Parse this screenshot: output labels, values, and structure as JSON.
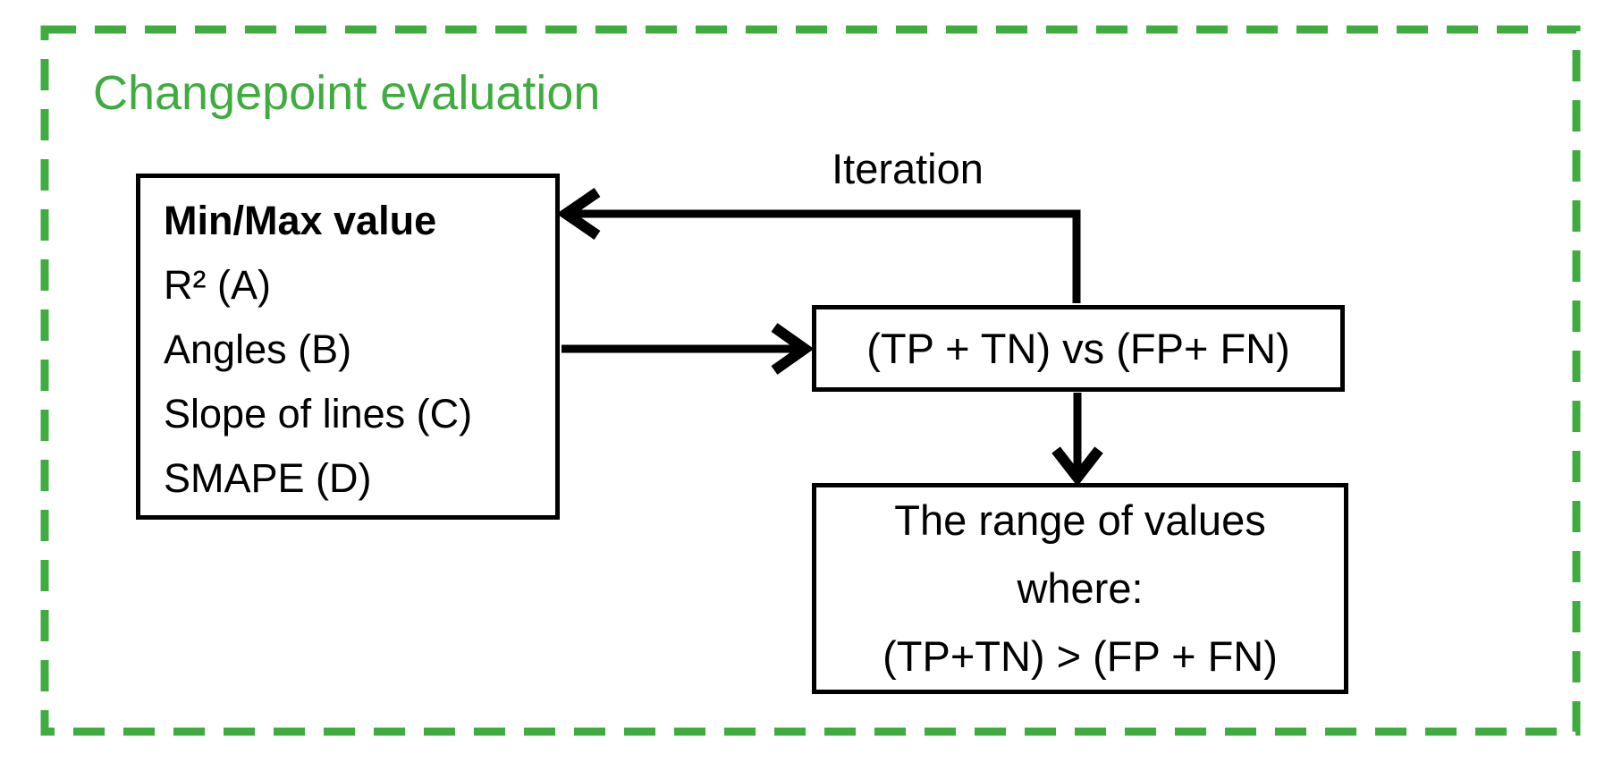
{
  "diagram": {
    "title": "Changepoint evaluation",
    "colors": {
      "accent_green": "#3fac3f",
      "line_black": "#000000",
      "background": "#ffffff"
    },
    "iteration_label": "Iteration",
    "criteria_box": {
      "items": [
        "Min/Max value",
        "R² (A)",
        "Angles (B)",
        "Slope of lines (C)",
        "SMAPE (D)"
      ]
    },
    "comparison_box": {
      "text": "(TP + TN) vs (FP+ FN)"
    },
    "range_box": {
      "lines": [
        "The range of values",
        "where:",
        "(TP+TN) > (FP + FN)"
      ]
    }
  }
}
